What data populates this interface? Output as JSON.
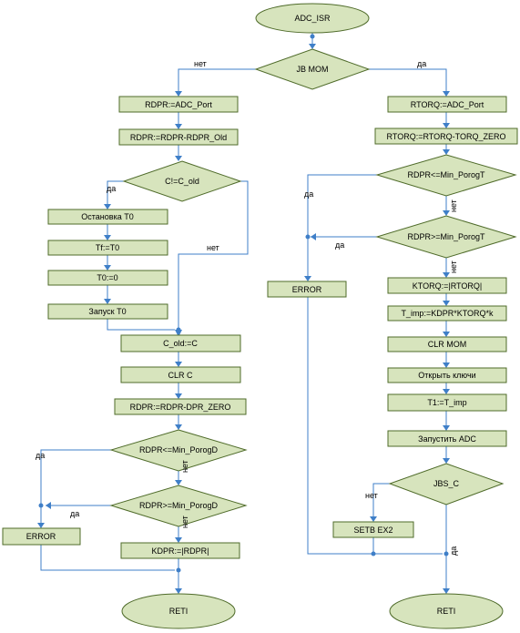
{
  "terminals": {
    "start": "ADC_ISR",
    "end_left": "RETI",
    "end_right": "RETI"
  },
  "decisions": {
    "jb_mom": "JB MOM",
    "c_ne_c_old": "C!=C_old",
    "rdpr_le_min": "RDPR<=Min_PorogD",
    "rdpr_ge_min": "RDPR>=Min_PorogD",
    "rdpr_le_min_t": "RDPR<=Min_PorogT",
    "rdpr_ge_min_t": "RDPR>=Min_PorogT",
    "jbs_c": "JBS_C"
  },
  "left": {
    "rdpr_adc": "RDPR:=ADC_Port",
    "rdpr_old": "RDPR:=RDPR-RDPR_Old",
    "stop_t0": "Остановка T0",
    "tf_t0": "Tf:=T0",
    "t0_zero": "T0:=0",
    "start_t0": "Запуск T0",
    "c_old_c": "C_old:=C",
    "clr_c": "CLR C",
    "rdpr_zero": "RDPR:=RDPR-DPR_ZERO",
    "error": "ERROR",
    "kdpr": "KDPR:=|RDPR|"
  },
  "right": {
    "rtorq_adc": "RTORQ:=ADC_Port",
    "rtorq_zero": "RTORQ:=RTORQ-TORQ_ZERO",
    "error": "ERROR",
    "ktorq": "KTORQ:=|RTORQ|",
    "t_imp": "T_imp:=KDPR*KTORQ*k",
    "clr_mom": "CLR MOM",
    "open_keys": "Открыть ключи",
    "t1_imp": "T1:=T_imp",
    "start_adc": "Запустить ADC",
    "setb_ex2": "SETB EX2"
  },
  "edge_labels": {
    "no": "нет",
    "yes": "да"
  },
  "colors": {
    "shape_fill": "#d7e4bd",
    "shape_stroke": "#4f6b2a",
    "connector": "#3f7fc8"
  }
}
